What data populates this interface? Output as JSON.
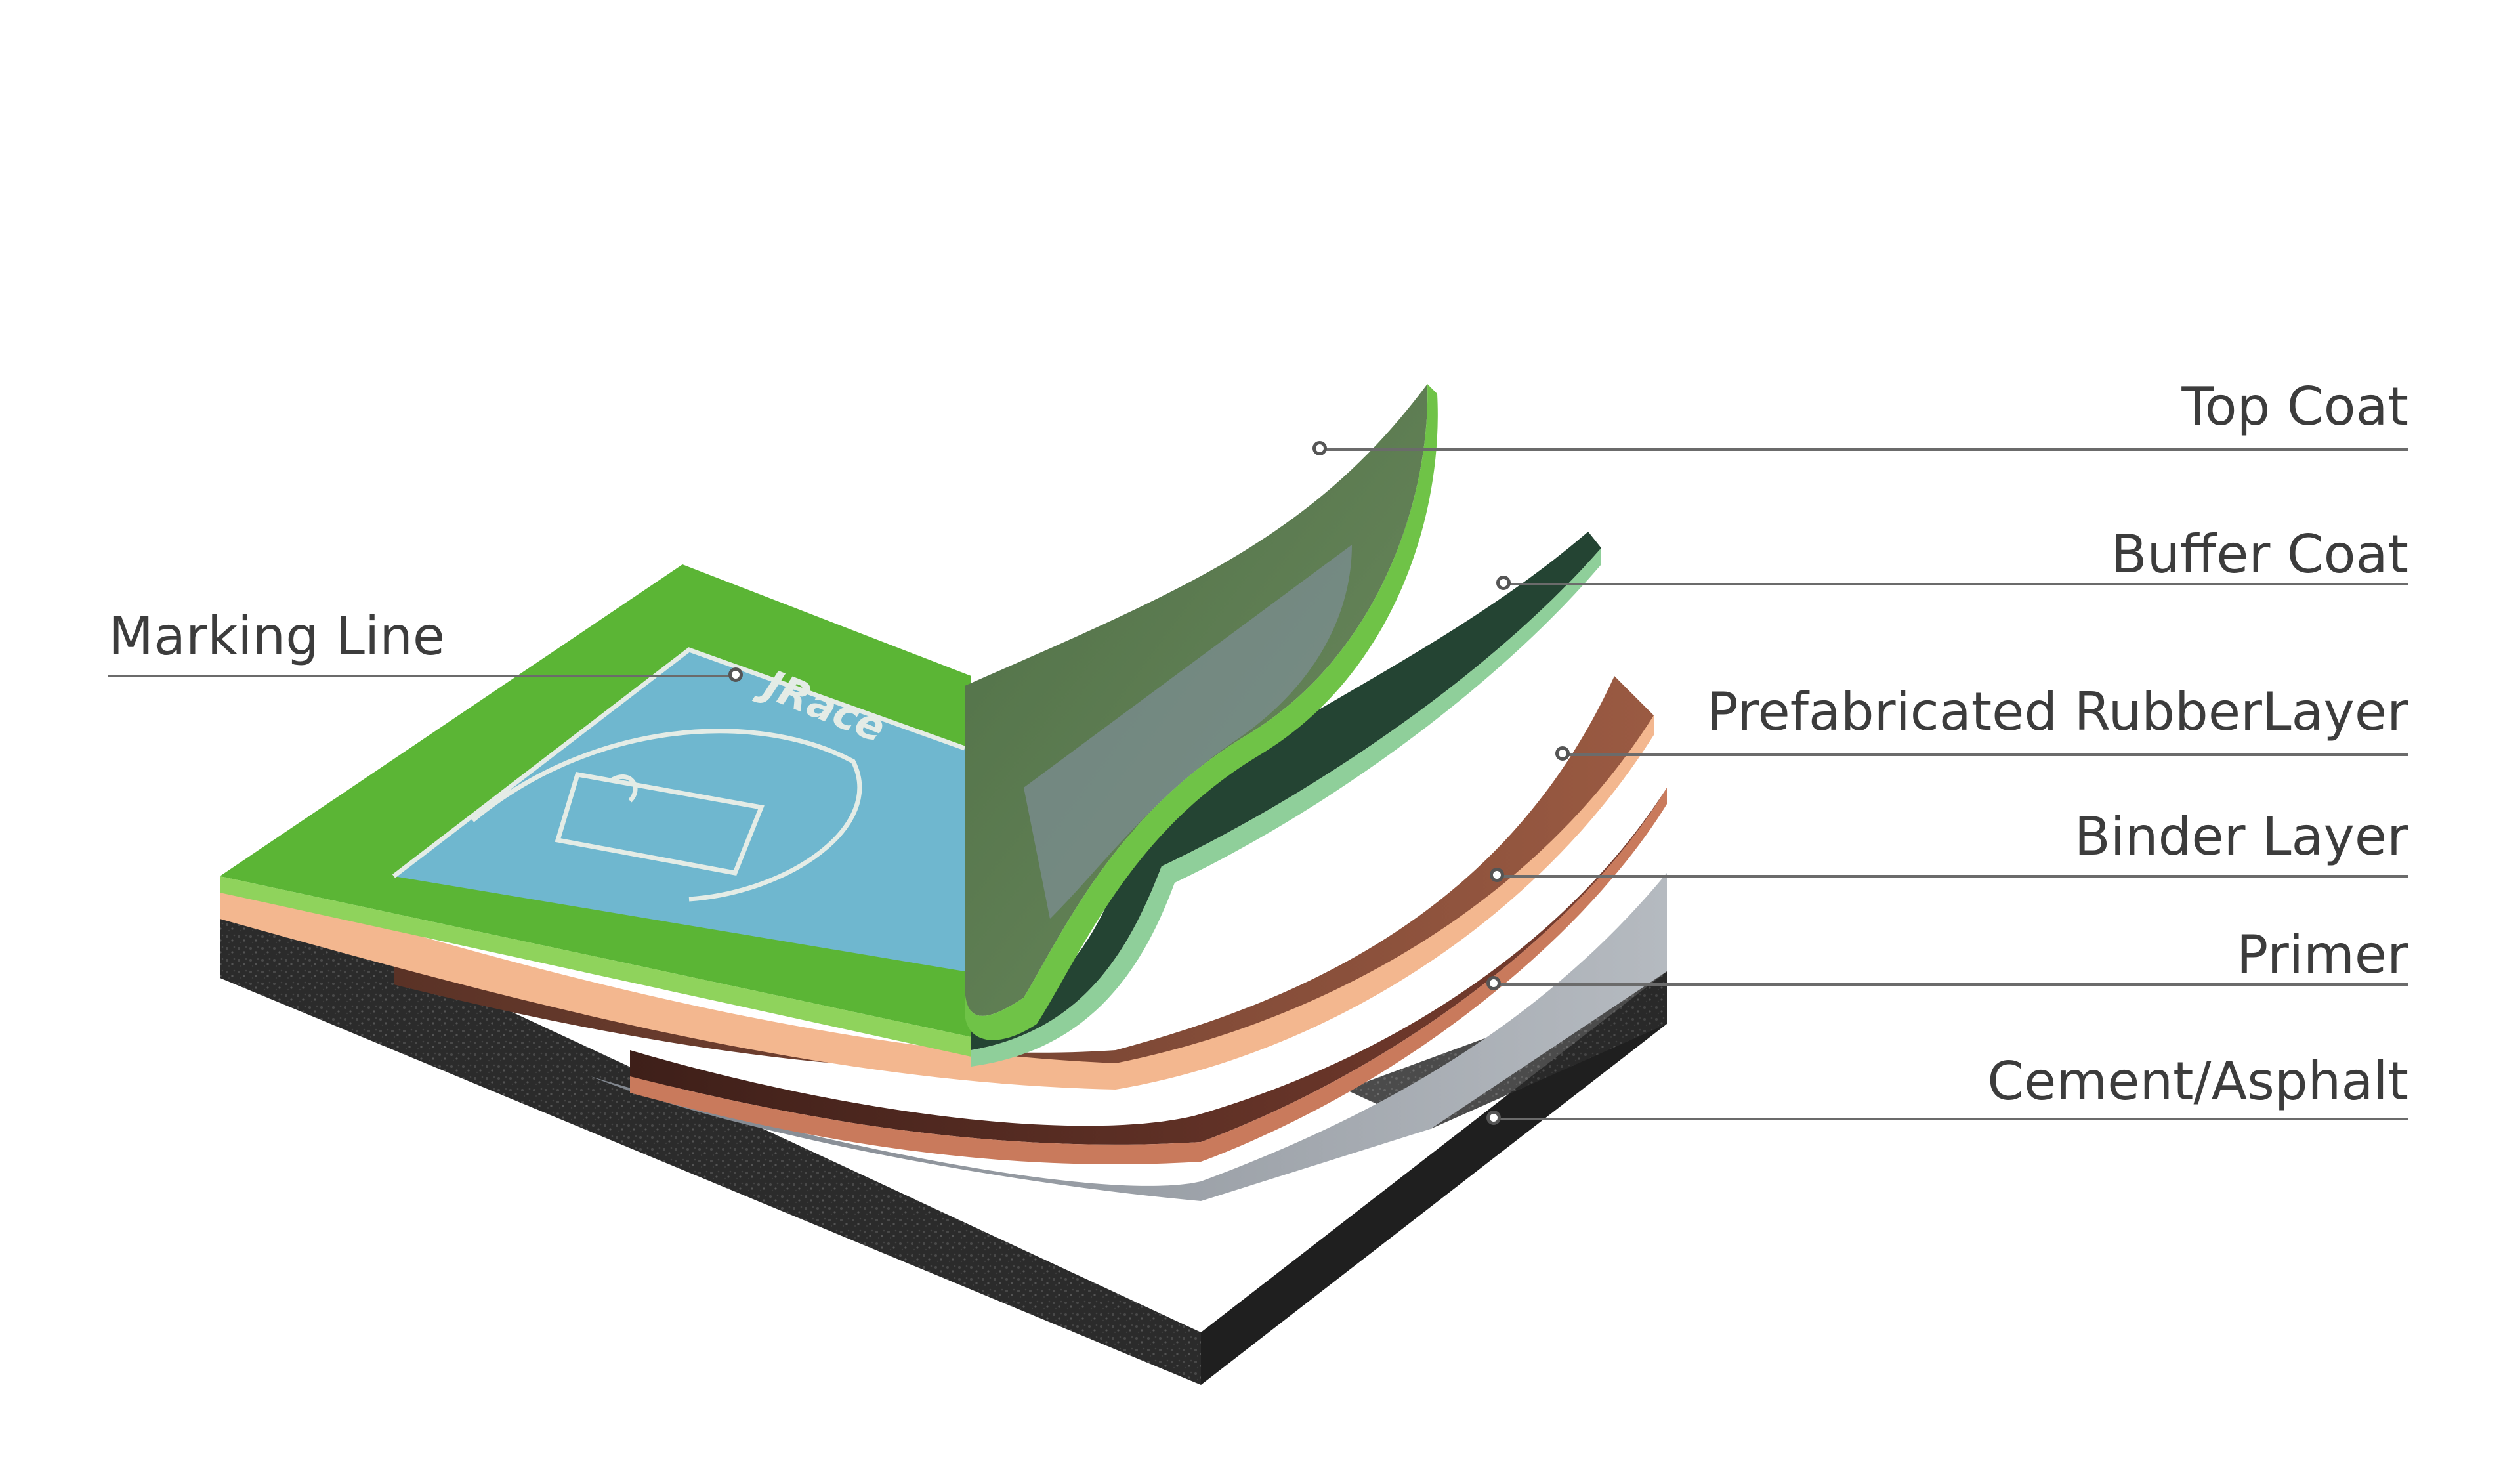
{
  "diagram": {
    "brand": "JRace",
    "colors": {
      "court_green": "#5bb535",
      "court_blue": "#6fb7cf",
      "court_lines": "#e4ece6",
      "top_coat": "#5a7a4e",
      "buffer_coat": "#244433",
      "rubber_layer": "#7a4230",
      "rubber_edge": "#f3b78f",
      "binder_layer": "#5a2b22",
      "primer": "#9aa0a8",
      "cement": "#2a2a2a"
    },
    "labels": {
      "marking_line": "Marking Line",
      "top_coat": "Top Coat",
      "buffer_coat": "Buffer Coat",
      "rubber_layer": "Prefabricated RubberLayer",
      "binder_layer": "Binder Layer",
      "primer": "Primer",
      "cement": "Cement/Asphalt"
    }
  }
}
